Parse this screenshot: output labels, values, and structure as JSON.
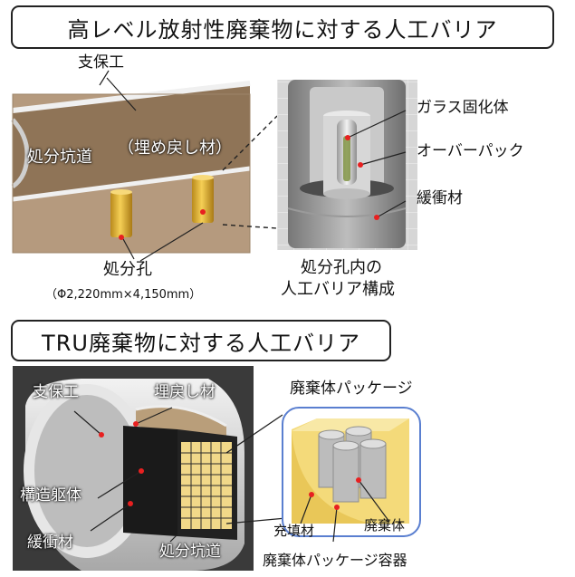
{
  "titles": {
    "hlw": "高レベル放射性廃棄物に対する人工バリア",
    "tru": "TRU廃棄物に対する人工バリア"
  },
  "hlw": {
    "support": "支保工",
    "backfill": "（埋め戻し材）",
    "tunnel": "処分坑道",
    "hole": "処分孔",
    "hole_dims": "（Φ2,220mm×4,150mm）",
    "glass": "ガラス固化体",
    "overpack": "オーバーパック",
    "buffer": "緩衝材",
    "hole_caption_1": "処分孔内の",
    "hole_caption_2": "人工バリア構成"
  },
  "tru": {
    "support": "支保工",
    "backfill": "埋戻し材",
    "structure": "構造躯体",
    "buffer": "緩衝材",
    "tunnel": "処分坑道",
    "package_title": "廃棄体パッケージ",
    "filler": "充填材",
    "waste": "廃棄体",
    "container": "廃棄体パッケージ容器"
  },
  "colors": {
    "rock": "#b59a7e",
    "tunnel_fill": "#8d7357",
    "canister": "#e6b431",
    "concrete": "#cfcfcf",
    "package_yellow": "#f4da7a",
    "frame_blue": "#5a7fd0",
    "backdrop_dark": "#3a3a3a"
  }
}
